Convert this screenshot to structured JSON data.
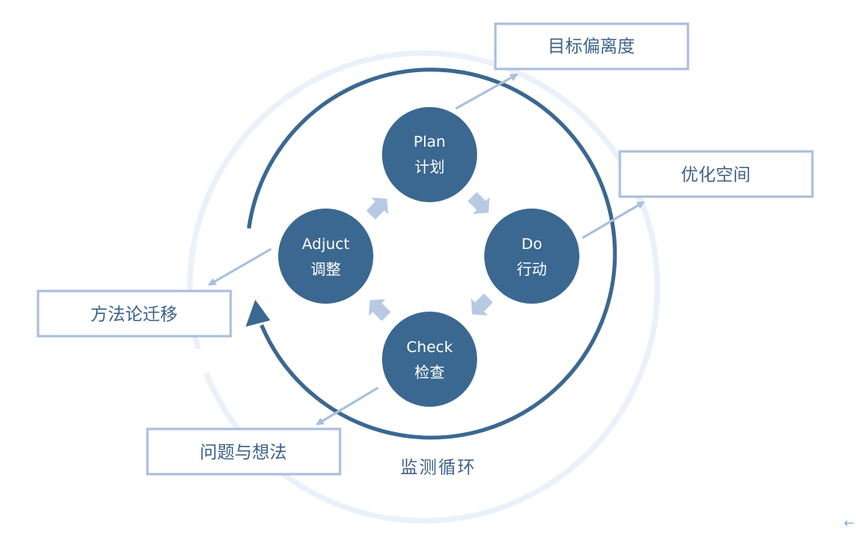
{
  "diagram": {
    "type": "PDCA cycle",
    "colors": {
      "node_fill": "#3b6890",
      "ring_stroke": "#3b6890",
      "outer_ring": "#eaf1fa",
      "flow_arrow": "#b7c9e3",
      "connector": "#a9bfdc",
      "box_border": "#a9bfdc",
      "text": "#3f6388"
    },
    "nodes": [
      {
        "id": "plan",
        "en": "Plan",
        "zh": "计划"
      },
      {
        "id": "do",
        "en": "Do",
        "zh": "行动"
      },
      {
        "id": "check",
        "en": "Check",
        "zh": "检查"
      },
      {
        "id": "adjust",
        "en": "Adjuct",
        "zh": "调整"
      }
    ],
    "outputs": [
      {
        "id": "goal-deviation",
        "label": "目标偏离度",
        "from": "plan"
      },
      {
        "id": "optimization-space",
        "label": "优化空间",
        "from": "do"
      },
      {
        "id": "problems-ideas",
        "label": "问题与想法",
        "from": "check"
      },
      {
        "id": "methodology-transfer",
        "label": "方法论迁移",
        "from": "adjust"
      }
    ],
    "cycle_label": "监测循环",
    "flow_order": [
      "plan",
      "do",
      "check",
      "adjust",
      "plan"
    ]
  },
  "corner_icon": {
    "name": "back-arrow-icon",
    "glyph": "←"
  }
}
